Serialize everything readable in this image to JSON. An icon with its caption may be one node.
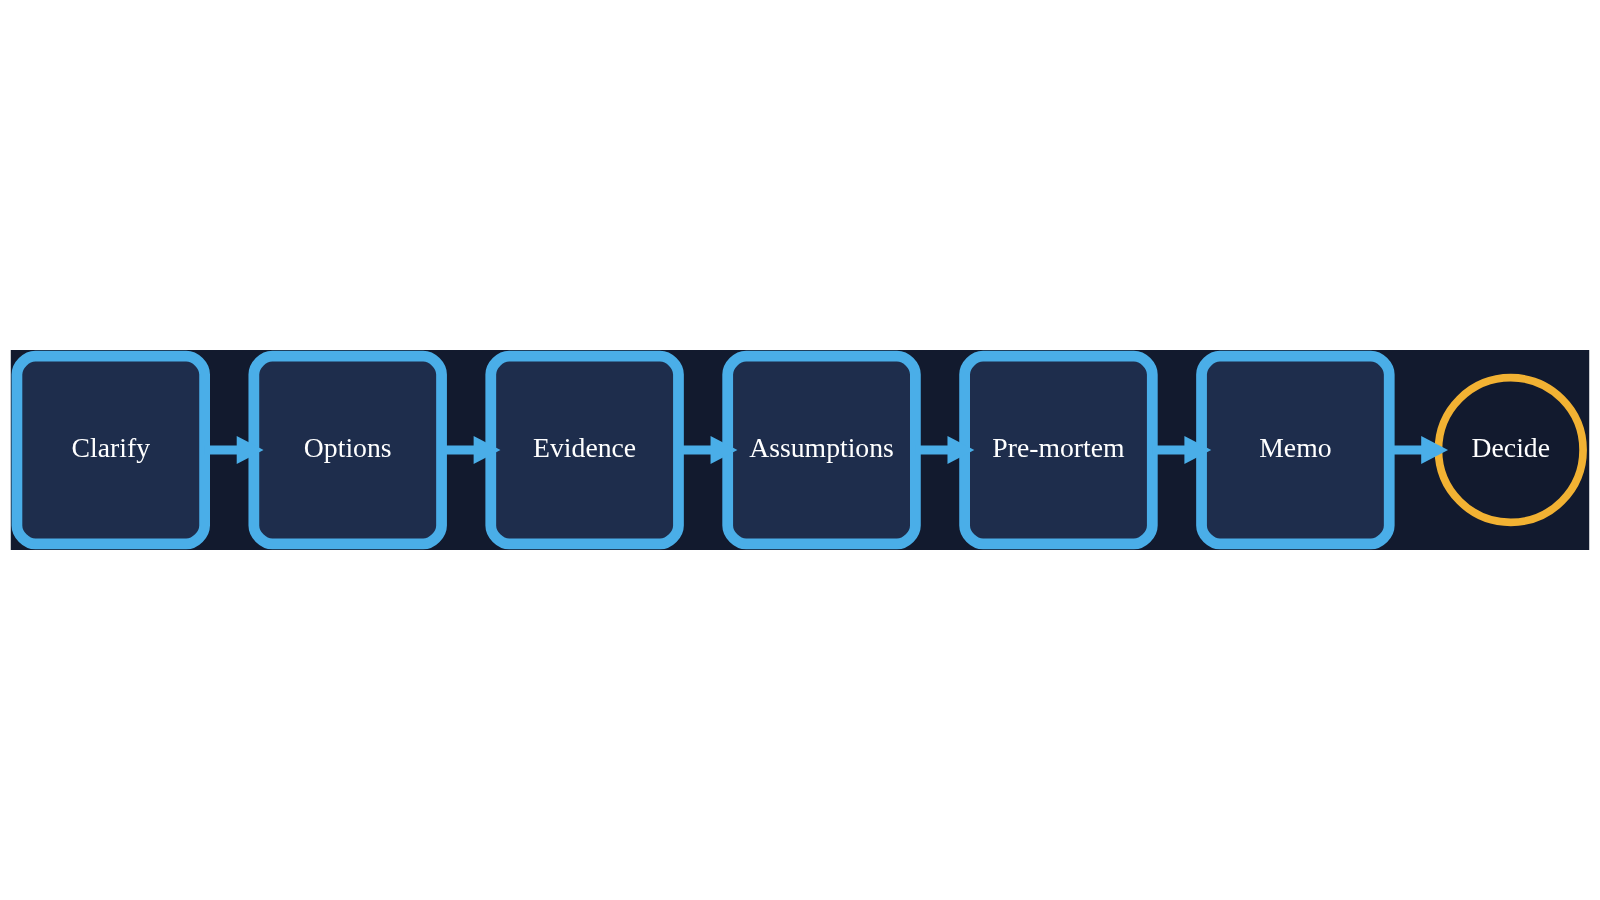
{
  "diagram": {
    "nodes": [
      {
        "text": [
          "Clarify"
        ]
      },
      {
        "text": [
          "Options"
        ]
      },
      {
        "text": [
          "Evidence"
        ]
      },
      {
        "text": [
          "Assumptions"
        ]
      },
      {
        "text": [
          "Pre-mortem"
        ]
      },
      {
        "text": [
          "Memo"
        ]
      },
      {
        "text": [
          "Decide"
        ]
      }
    ],
    "edges": [
      {
        "from": 0,
        "to": 1,
        "arrow": "to"
      },
      {
        "from": 1,
        "to": 2,
        "arrow": "to"
      },
      {
        "from": 2,
        "to": 3,
        "arrow": "to"
      },
      {
        "from": 3,
        "to": 4,
        "arrow": "to"
      },
      {
        "from": 4,
        "to": 5,
        "arrow": "to"
      },
      {
        "from": 5,
        "to": 6,
        "arrow": "to"
      }
    ]
  }
}
